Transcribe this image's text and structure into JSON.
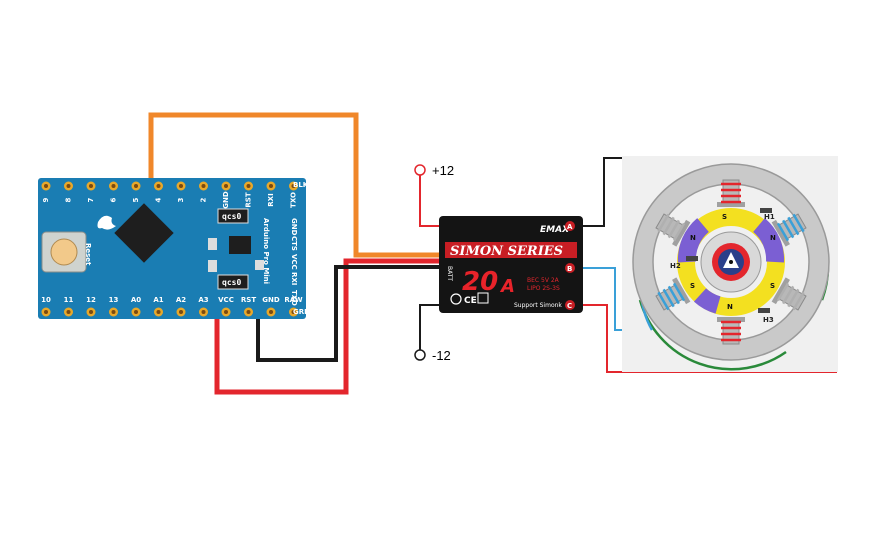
{
  "arduino": {
    "top_pins": [
      "9",
      "8",
      "7",
      "6",
      "5",
      "4",
      "3",
      "2",
      "GND",
      "RST",
      "RXI",
      "TXO"
    ],
    "bottom_pins": [
      "10",
      "11",
      "12",
      "13",
      "A0",
      "A1",
      "A2",
      "A3",
      "VCC",
      "RST",
      "GND",
      "RAW"
    ],
    "right_pins": [
      "GND",
      "CTS",
      "VCC",
      "RXI",
      "TXO"
    ],
    "top_corner": "BLK",
    "bottom_corner": "GRN",
    "reset_label": "Reset",
    "board_name": "Arduino Pro Mini",
    "chip_label": "qcs0"
  },
  "power": {
    "positive_label": "+12",
    "negative_label": "-12"
  },
  "esc": {
    "brand": "EMAX",
    "series": "SIMON SERIES",
    "current": "20",
    "unit": "A",
    "batt_label": "BATT",
    "support": "Support Simonk",
    "spec_line1": "BEC 5V 2A",
    "spec_line2": "LIPO 2S-3S",
    "phases": [
      "A",
      "B",
      "C"
    ]
  },
  "motor": {
    "hall_sensors": [
      "H1",
      "H2",
      "H3"
    ],
    "pole_labels": [
      "S",
      "N",
      "S",
      "N",
      "S",
      "N"
    ]
  },
  "colors": {
    "board_blue": "#1a7db3",
    "wire_orange": "#f0872a",
    "wire_red": "#e3262d",
    "wire_black": "#1a1a1a",
    "wire_blue": "#3aa0d8",
    "wire_green": "#2a8a3a",
    "pad_gold": "#e8a82a",
    "magnet_yellow": "#f3e020",
    "magnet_purple": "#7b5fd3"
  }
}
